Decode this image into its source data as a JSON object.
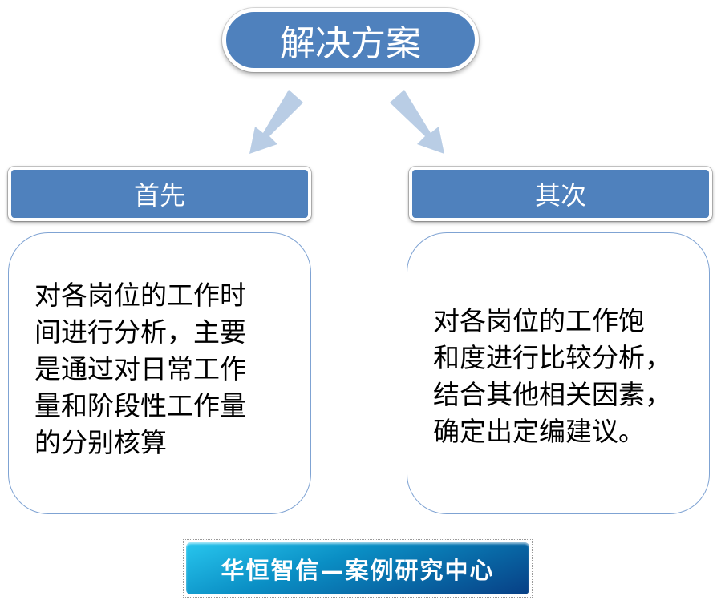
{
  "title": "解决方案",
  "left": {
    "header": "首先",
    "lines": [
      "对各岗位的工作时",
      "间进行分析，主要",
      "是通过对日常工作",
      "量和阶段性工作量",
      "的分别核算"
    ]
  },
  "right": {
    "header": "其次",
    "lines": [
      "对各岗位的工作饱",
      "和度进行比较分析，",
      "结合其他相关因素，",
      "确定出定编建议。"
    ]
  },
  "footer": "华恒智信—案例研究中心",
  "colors": {
    "accent": "#4f81bd",
    "arrow": "#b9cde5"
  }
}
